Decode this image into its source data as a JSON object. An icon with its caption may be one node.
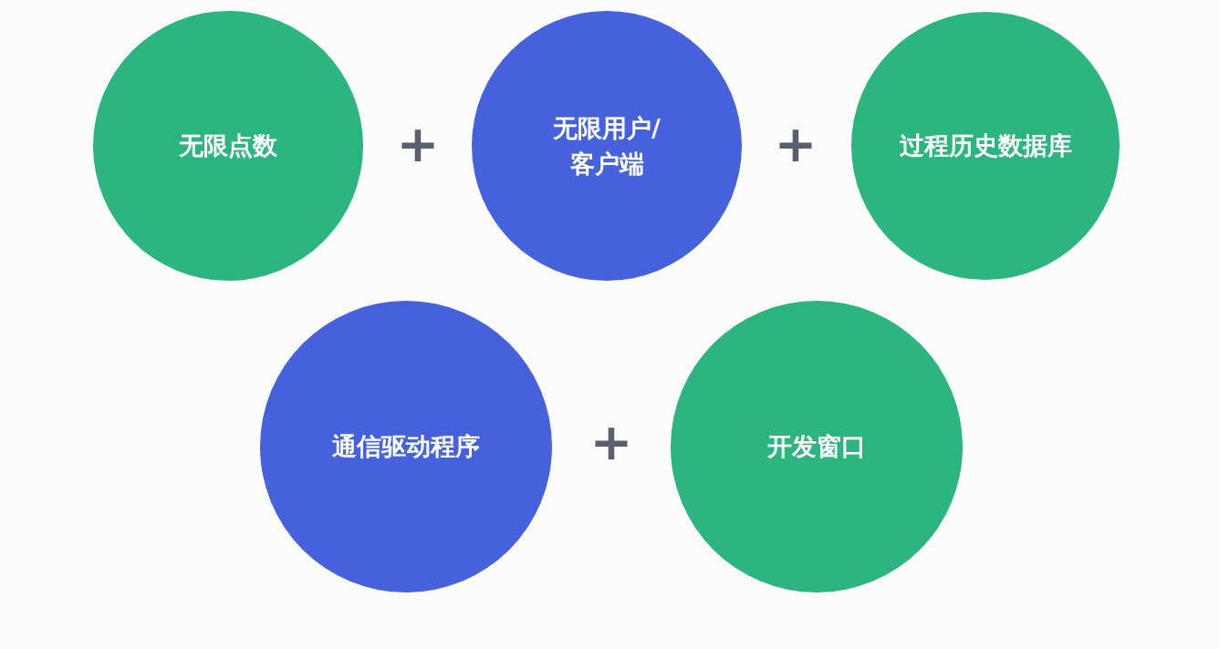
{
  "diagram": {
    "nodes": [
      {
        "text": [
          "无限点数"
        ]
      },
      {
        "text": [
          "无限用户/客户端"
        ]
      },
      {
        "text": [
          "过程历史数据库"
        ]
      },
      {
        "text": [
          "通信驱动程序"
        ]
      },
      {
        "text": [
          "开发窗口"
        ]
      }
    ],
    "edges": [],
    "labels": [
      "+",
      "+",
      "+"
    ]
  }
}
